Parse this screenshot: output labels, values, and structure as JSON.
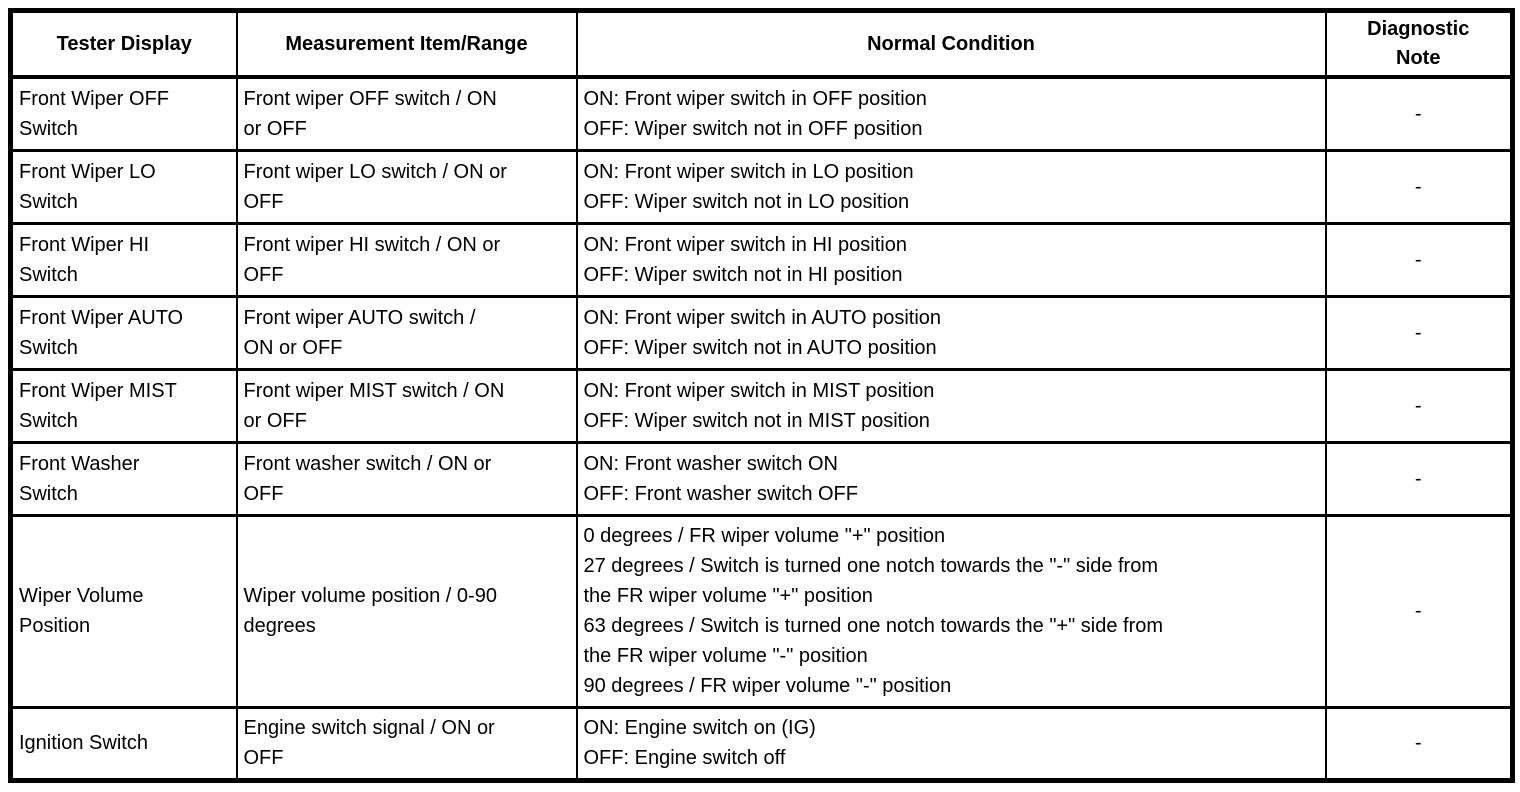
{
  "table": {
    "headers": {
      "tester_display": "Tester Display",
      "measurement": "Measurement Item/Range",
      "normal_condition": "Normal Condition",
      "diagnostic_note": "Diagnostic\nNote"
    },
    "rows": [
      {
        "tester_display": "Front Wiper OFF\nSwitch",
        "measurement": "Front wiper OFF switch / ON\nor OFF",
        "normal_condition": "ON: Front wiper switch in OFF position\nOFF: Wiper switch not in OFF position",
        "diagnostic_note": "-"
      },
      {
        "tester_display": "Front Wiper LO\nSwitch",
        "measurement": "Front wiper LO switch / ON or\nOFF",
        "normal_condition": "ON: Front wiper switch in LO position\nOFF: Wiper switch not in LO position",
        "diagnostic_note": "-"
      },
      {
        "tester_display": "Front Wiper HI\nSwitch",
        "measurement": "Front wiper HI switch / ON or\nOFF",
        "normal_condition": "ON: Front wiper switch in HI position\nOFF: Wiper switch not in HI position",
        "diagnostic_note": "-"
      },
      {
        "tester_display": "Front Wiper AUTO\nSwitch",
        "measurement": "Front wiper AUTO switch /\nON or OFF",
        "normal_condition": "ON: Front wiper switch in AUTO position\nOFF: Wiper switch not in AUTO position",
        "diagnostic_note": "-"
      },
      {
        "tester_display": "Front Wiper MIST\nSwitch",
        "measurement": "Front wiper MIST switch / ON\nor OFF",
        "normal_condition": "ON: Front wiper switch in MIST position\nOFF: Wiper switch not in MIST position",
        "diagnostic_note": "-"
      },
      {
        "tester_display": "Front Washer\nSwitch",
        "measurement": "Front washer switch / ON or\nOFF",
        "normal_condition": "ON: Front washer switch ON\nOFF: Front washer switch OFF",
        "diagnostic_note": "-"
      },
      {
        "tester_display": "Wiper Volume\nPosition",
        "measurement": "Wiper volume position / 0-90\ndegrees",
        "normal_condition": "0 degrees / FR wiper volume \"+\" position\n27 degrees / Switch is turned one notch towards the \"-\" side from\nthe FR wiper volume \"+\" position\n63 degrees / Switch is turned one notch towards the \"+\" side from\nthe FR wiper volume \"-\" position\n90 degrees / FR wiper volume \"-\" position",
        "diagnostic_note": "-"
      },
      {
        "tester_display": "Ignition Switch",
        "measurement": "Engine switch signal / ON or\nOFF",
        "normal_condition": "ON: Engine switch on (IG)\nOFF: Engine switch off",
        "diagnostic_note": "-"
      }
    ]
  }
}
